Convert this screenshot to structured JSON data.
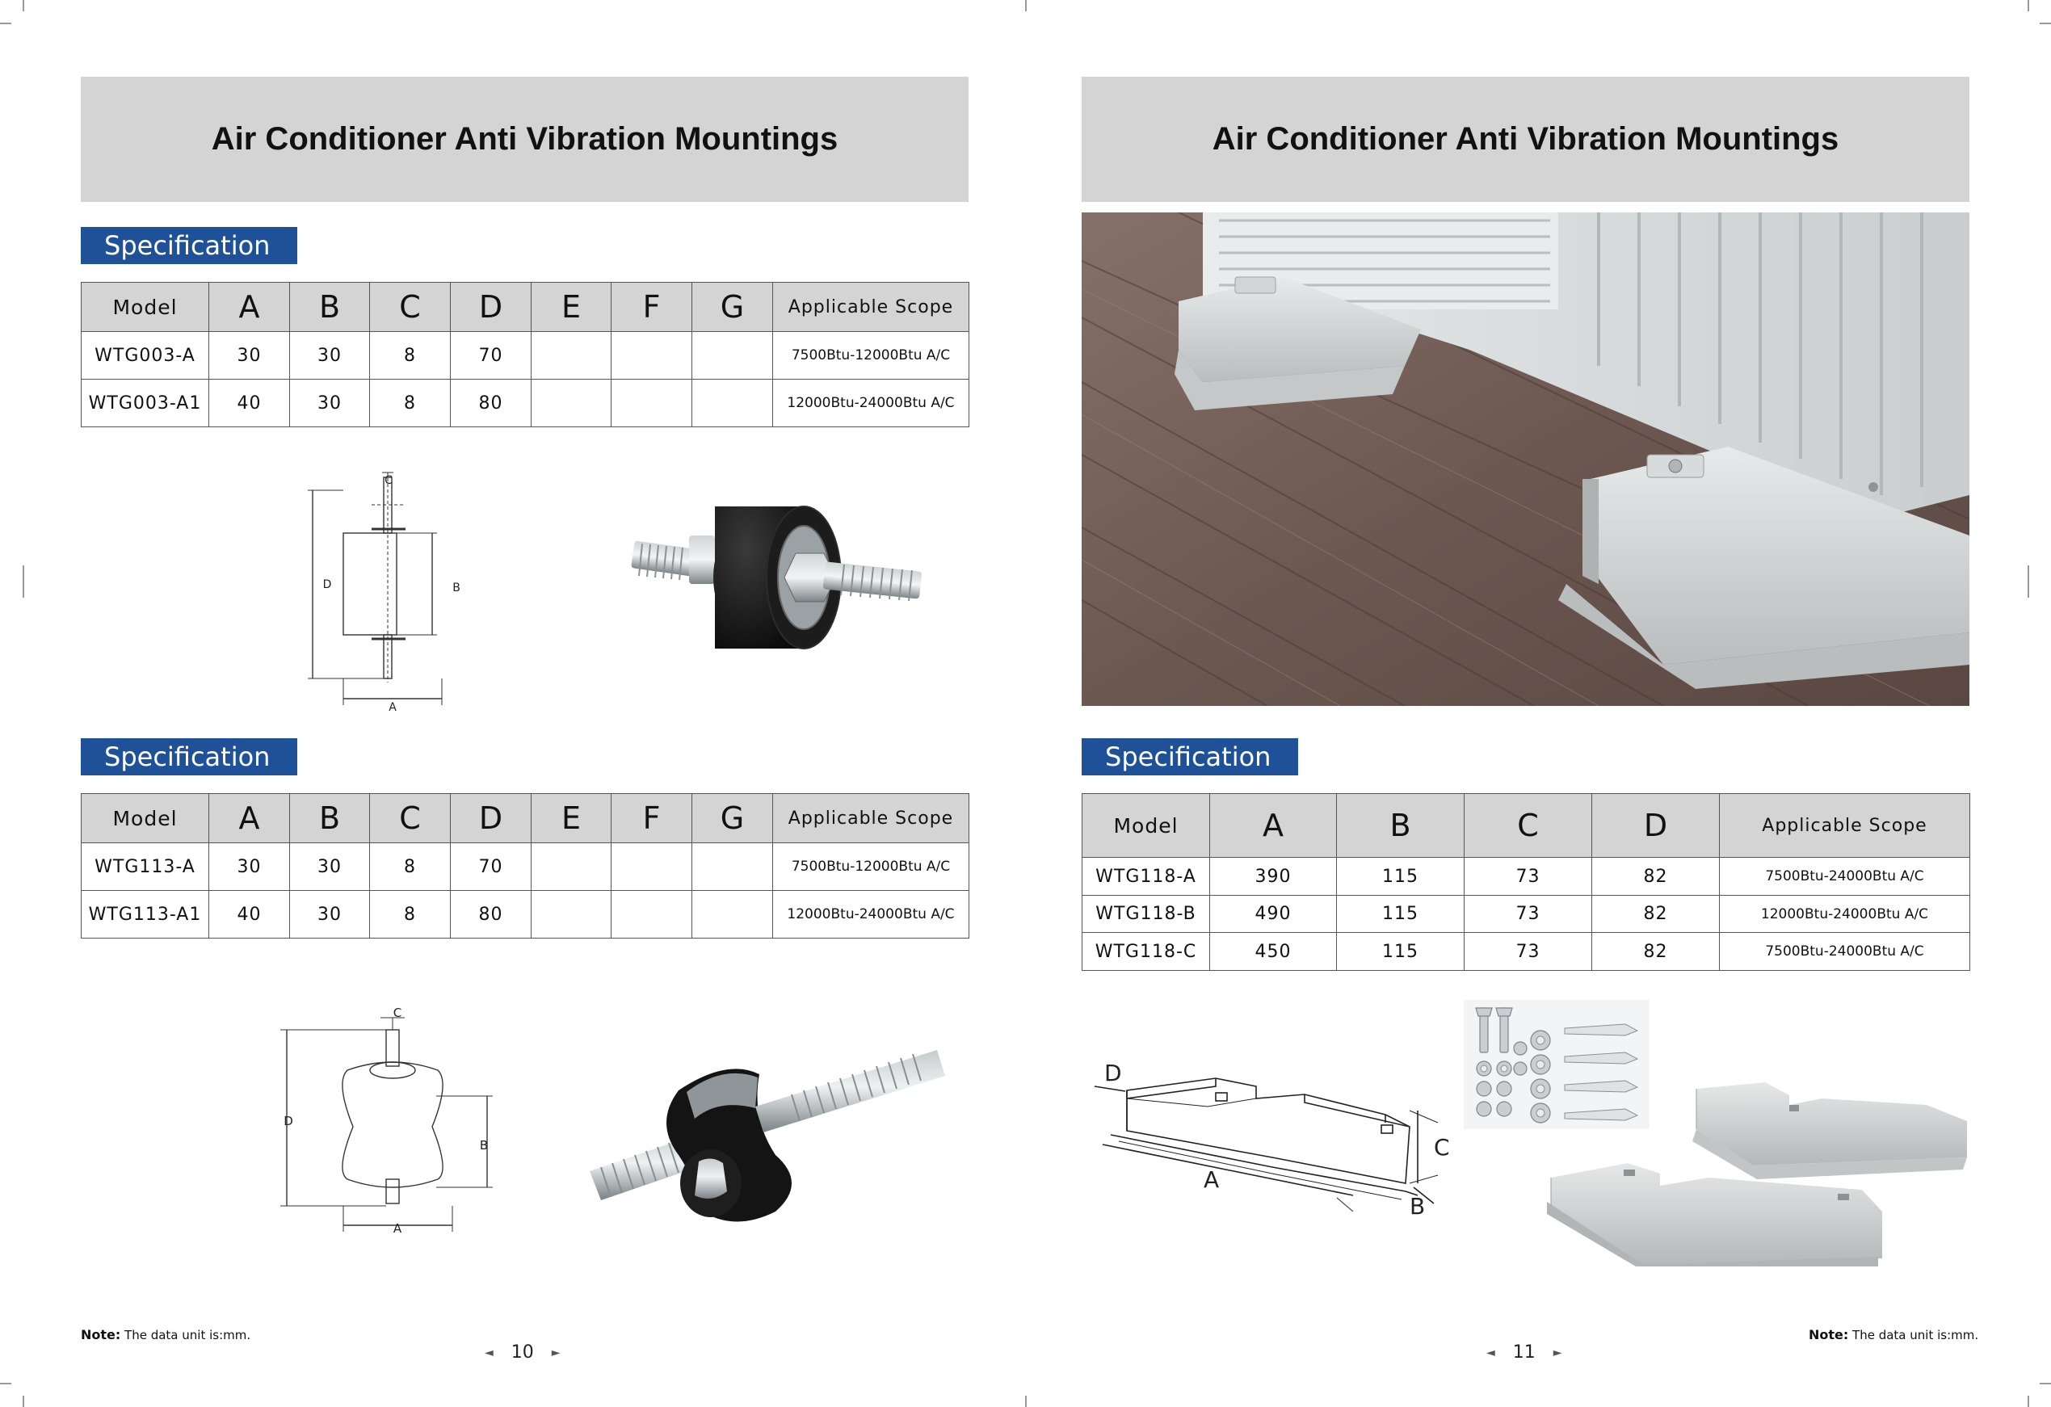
{
  "pages": [
    {
      "title": "Air Conditioner Anti Vibration Mountings",
      "sections": [
        {
          "label": "Specification",
          "headers": [
            "Model",
            "A",
            "B",
            "C",
            "D",
            "E",
            "F",
            "G",
            "Applicable Scope"
          ],
          "rows": [
            [
              "WTG003-A",
              "30",
              "30",
              "8",
              "70",
              "",
              "",
              "",
              "7500Btu-12000Btu A/C"
            ],
            [
              "WTG003-A1",
              "40",
              "30",
              "8",
              "80",
              "",
              "",
              "",
              "12000Btu-24000Btu A/C"
            ]
          ],
          "diagram_labels": {
            "a": "A",
            "b": "B",
            "c": "C",
            "d": "D"
          }
        },
        {
          "label": "Specification",
          "headers": [
            "Model",
            "A",
            "B",
            "C",
            "D",
            "E",
            "F",
            "G",
            "Applicable Scope"
          ],
          "rows": [
            [
              "WTG113-A",
              "30",
              "30",
              "8",
              "70",
              "",
              "",
              "",
              "7500Btu-12000Btu A/C"
            ],
            [
              "WTG113-A1",
              "40",
              "30",
              "8",
              "80",
              "",
              "",
              "",
              "12000Btu-24000Btu A/C"
            ]
          ],
          "diagram_labels": {
            "a": "A",
            "b": "B",
            "c": "C",
            "d": "D"
          }
        }
      ],
      "note_label": "Note:",
      "note_text": " The data unit is:mm.",
      "page_number": "10",
      "nav_prev": "◄",
      "nav_next": "►"
    },
    {
      "title": "Air Conditioner Anti Vibration Mountings",
      "sections": [
        {
          "label": "Specification",
          "headers": [
            "Model",
            "A",
            "B",
            "C",
            "D",
            "Applicable Scope"
          ],
          "rows": [
            [
              "WTG118-A",
              "390",
              "115",
              "73",
              "82",
              "7500Btu-24000Btu A/C"
            ],
            [
              "WTG118-B",
              "490",
              "115",
              "73",
              "82",
              "12000Btu-24000Btu A/C"
            ],
            [
              "WTG118-C",
              "450",
              "115",
              "73",
              "82",
              "7500Btu-24000Btu A/C"
            ]
          ],
          "diagram_labels": {
            "a": "A",
            "b": "B",
            "c": "C",
            "d": "D"
          }
        }
      ],
      "note_label": "Note:",
      "note_text": " The data unit is:mm.",
      "page_number": "11",
      "nav_prev": "◄",
      "nav_next": "►"
    }
  ],
  "colors": {
    "title_bar": "#d4d4d4",
    "spec_label": "#1f5199",
    "table_header": "#d4d4d4",
    "rubber": "#161616",
    "bracket": "#d9dcdc",
    "deck": "#6b5650"
  }
}
